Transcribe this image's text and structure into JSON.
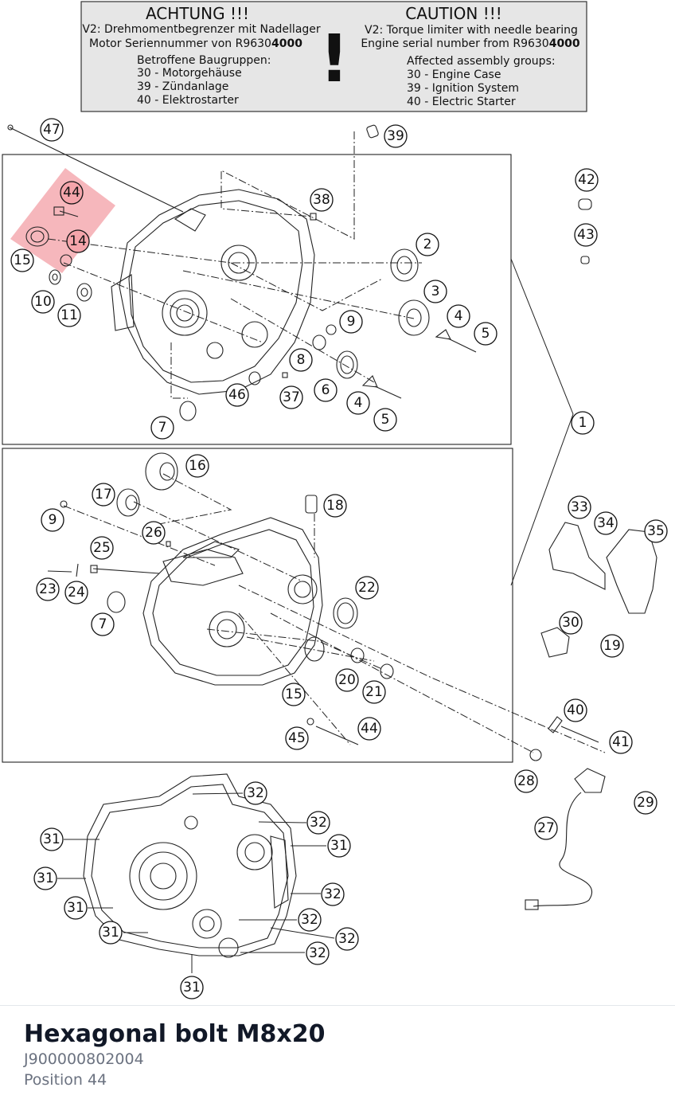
{
  "notice": {
    "de": {
      "title": "ACHTUNG !!!",
      "line1": "V2: Drehmomentbegrenzer mit Nadellager",
      "line2_prefix": "Motor Seriennummer von R9630",
      "line2_bold": "4000",
      "groups_heading": "Betroffene Baugruppen:",
      "groups": [
        "30 - Motorgehäuse",
        "39 - Zündanlage",
        "40 - Elektrostarter"
      ]
    },
    "en": {
      "title": "CAUTION !!!",
      "line1": "V2: Torque limiter with needle bearing",
      "line2_prefix": "Engine serial number from R9630",
      "line2_bold": "4000",
      "groups_heading": "Affected assembly groups:",
      "groups": [
        "30 - Engine Case",
        "39 - Ignition System",
        "40 - Electric Starter"
      ]
    },
    "exclamation": "!"
  },
  "callouts": {
    "c47": "47",
    "c39": "39",
    "c44a": "44",
    "c38": "38",
    "c42": "42",
    "c43": "43",
    "c14": "14",
    "c15a": "15",
    "c2": "2",
    "c10": "10",
    "c11": "11",
    "c3": "3",
    "c4a": "4",
    "c5a": "5",
    "c9a": "9",
    "c8": "8",
    "c6": "6",
    "c46": "46",
    "c37": "37",
    "c4b": "4",
    "c5b": "5",
    "c1": "1",
    "c7a": "7",
    "c16": "16",
    "c17": "17",
    "c18": "18",
    "c9b": "9",
    "c26": "26",
    "c33": "33",
    "c34": "34",
    "c35": "35",
    "c25": "25",
    "c22": "22",
    "c23": "23",
    "c24": "24",
    "c7b": "7",
    "c30": "30",
    "c19": "19",
    "c20": "20",
    "c21": "21",
    "c15b": "15",
    "c40": "40",
    "c44b": "44",
    "c45": "45",
    "c41": "41",
    "c28": "28",
    "c29": "29",
    "c27": "27",
    "c32a": "32",
    "c32b": "32",
    "c31a": "31",
    "c31b": "31",
    "c31c": "31",
    "c32c": "32",
    "c31d": "31",
    "c32d": "32",
    "c32e": "32",
    "c32f": "32",
    "c31e": "31",
    "c31f": "31"
  },
  "highlight_color": "#f4a5ab",
  "selected_part": {
    "title": "Hexagonal bolt M8x20",
    "number": "J900000802004",
    "position": "Position 44"
  }
}
